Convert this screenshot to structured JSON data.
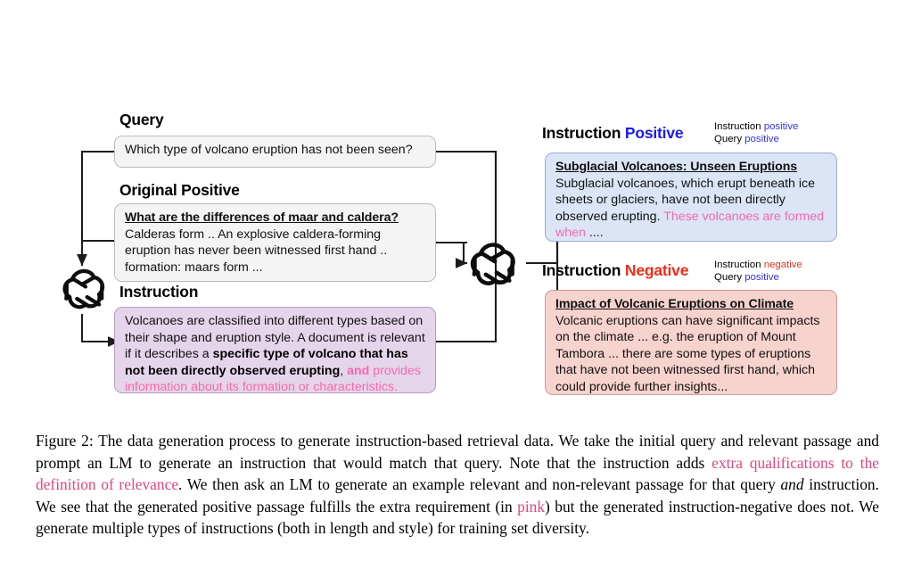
{
  "figure": {
    "left_column": {
      "query": {
        "heading": "Query",
        "text": "Which type of volcano eruption has not been seen?"
      },
      "original_positive": {
        "heading": "Original Positive",
        "title": "What are the differences of maar and caldera?",
        "body": "Calderas form .. An explosive caldera-forming eruption has never been witnessed first hand .. formation: maars form ..."
      },
      "instruction": {
        "heading": "Instruction",
        "seg1": "Volcanoes are classified into different types based on their shape and eruption style. A document is relevant if it describes a ",
        "seg2_bold": "specific type of volcano that has not been directly observed erupting",
        "seg3": ", ",
        "seg4_pink_bold": "and",
        "seg5_pink": " provides information about its formation or characteristics."
      }
    },
    "right_column": {
      "positive": {
        "heading_black": "Instruction",
        "heading_colored": "Positive",
        "side_line1_label": "Instruction",
        "side_line1_value": "positive",
        "side_line2_label": "Query",
        "side_line2_value": "positive",
        "title": "Subglacial Volcanoes: Unseen Eruptions",
        "body_black": "Subglacial volcanoes, which erupt beneath ice sheets or glaciers, have not been directly observed erupting. ",
        "body_pink": "These volcanoes are formed when",
        "body_tail": " ...."
      },
      "negative": {
        "heading_black": "Instruction",
        "heading_colored": "Negative",
        "side_line1_label": "Instruction",
        "side_line1_value": "negative",
        "side_line2_label": "Query",
        "side_line2_value": "positive",
        "title": "Impact of Volcanic Eruptions on Climate",
        "body": "Volcanic eruptions can have significant impacts on the climate ... e.g. the eruption of Mount Tambora ... there are some types of eruptions that have not been witnessed first hand, which could provide further insights..."
      }
    },
    "icons": {
      "lm_left": "openai-logo-icon",
      "lm_right": "openai-logo-icon"
    },
    "colors": {
      "positive_blue": "#1a1aee",
      "negative_red": "#ee2d16",
      "pink": "#f768b3",
      "caption_pink": "#e0467e",
      "box_grey": "#f4f4f4",
      "box_lavender": "#e5d5ea",
      "box_blue": "#dbe5f6",
      "box_salmon": "#f6d3cc"
    }
  },
  "caption": {
    "label": "Figure 2:",
    "p1": " The data generation process to generate instruction-based retrieval data. We take the initial query and relevant passage and prompt an LM to generate an instruction that would match that query. Note that the instruction adds ",
    "pink1": "extra qualifications to the definition of relevance",
    "p2": ". We then ask an LM to generate an example relevant and non-relevant passage for that query ",
    "em1": "and",
    "p3": " instruction. We see that the generated positive passage fulfills the extra requirement (in ",
    "pink2": "pink",
    "p4": ") but the generated instruction-negative does not. We generate multiple types of instructions (both in length and style) for training set diversity."
  }
}
